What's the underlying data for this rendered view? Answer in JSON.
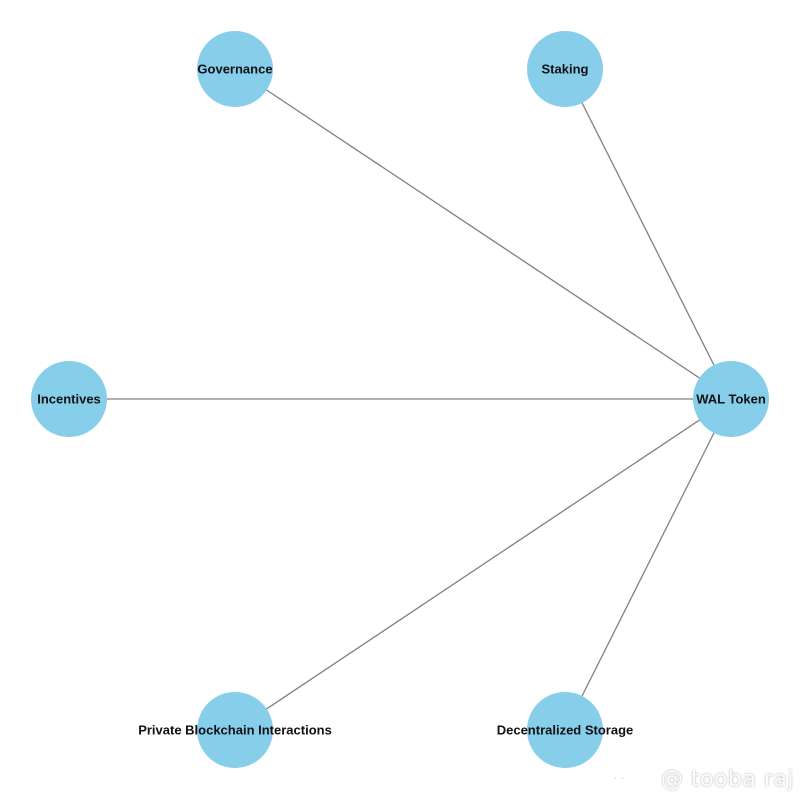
{
  "diagram": {
    "center": {
      "id": "wal-token",
      "label": "WAL Token"
    },
    "nodes": [
      {
        "id": "governance",
        "label": "Governance"
      },
      {
        "id": "staking",
        "label": "Staking"
      },
      {
        "id": "incentives",
        "label": "Incentives"
      },
      {
        "id": "private-blockchain-interactions",
        "label": "Private Blockchain Interactions"
      },
      {
        "id": "decentralized-storage",
        "label": "Decentralized Storage"
      }
    ],
    "edges": [
      [
        "governance",
        "wal-token"
      ],
      [
        "staking",
        "wal-token"
      ],
      [
        "incentives",
        "wal-token"
      ],
      [
        "private-blockchain-interactions",
        "wal-token"
      ],
      [
        "decentralized-storage",
        "wal-token"
      ]
    ],
    "node_color": "#87ceeb",
    "edge_color": "#808080"
  },
  "watermark": {
    "text": "@ tooba raj",
    "logo_icon": "binance-square-icon"
  }
}
